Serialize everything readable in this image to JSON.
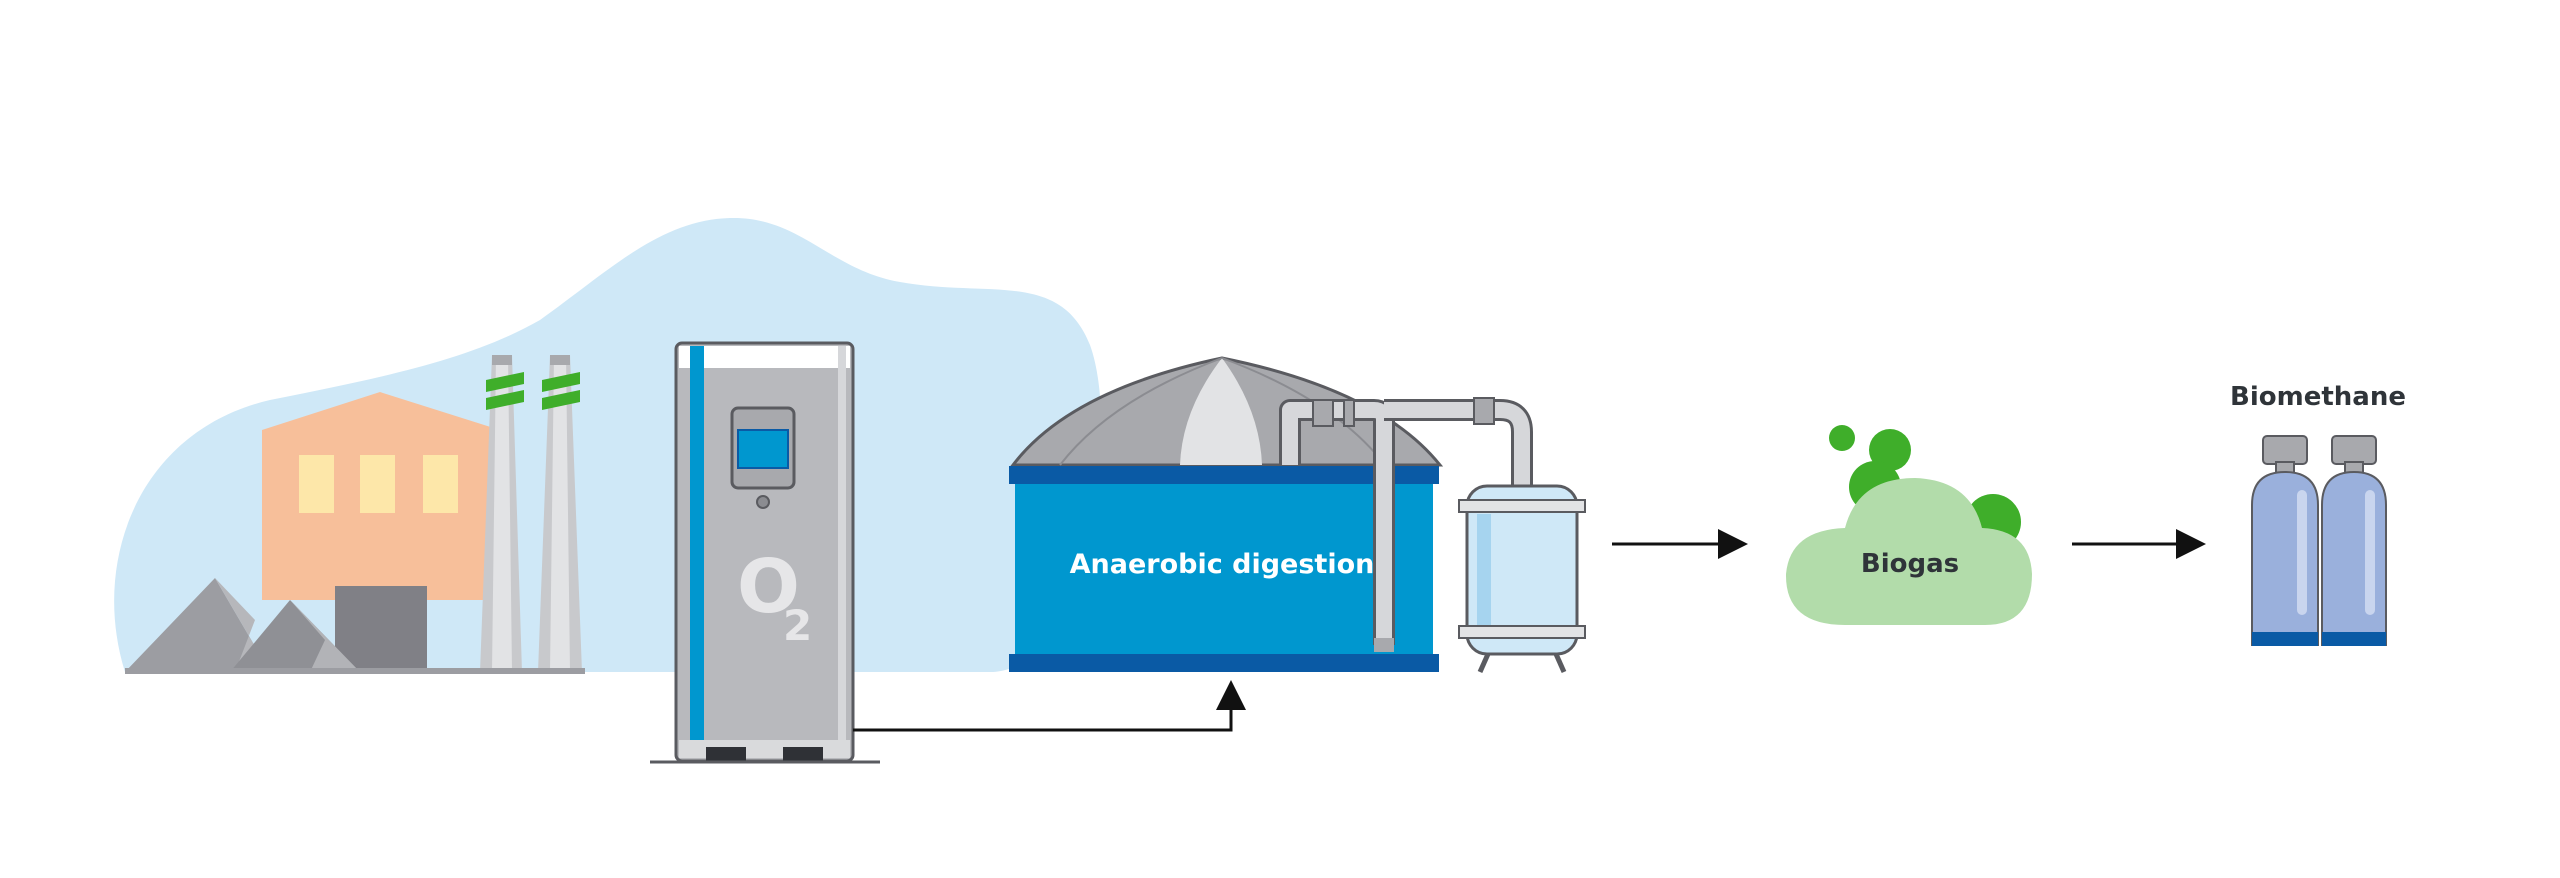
{
  "diagram": {
    "nodes": {
      "factory": {
        "icon": "factory-icon"
      },
      "oxygen_generator": {
        "icon": "oxygen-generator-icon",
        "formula_main": "O",
        "formula_sub": "2"
      },
      "digester": {
        "icon": "digester-tank-icon",
        "label": "Anaerobic digestion"
      },
      "biogas": {
        "icon": "gas-cloud-icon",
        "label": "Biogas"
      },
      "biomethane": {
        "icon": "gas-cylinder-icon",
        "label": "Biomethane"
      }
    },
    "edges": [
      {
        "from": "oxygen_generator",
        "to": "digester"
      },
      {
        "from": "digester",
        "to": "biogas"
      },
      {
        "from": "biogas",
        "to": "biomethane"
      }
    ]
  },
  "colors": {
    "sky": "#cfe8f7",
    "building": "#f7bf9a",
    "window": "#fde7a9",
    "tank_blue": "#0097cf",
    "tank_band": "#0a5aa5",
    "dome": "#a8a9ad",
    "cloud": "#b2dcaa",
    "bubble": "#3fae2a",
    "cylinder": "#9ab0dc",
    "arrow": "#111111"
  }
}
